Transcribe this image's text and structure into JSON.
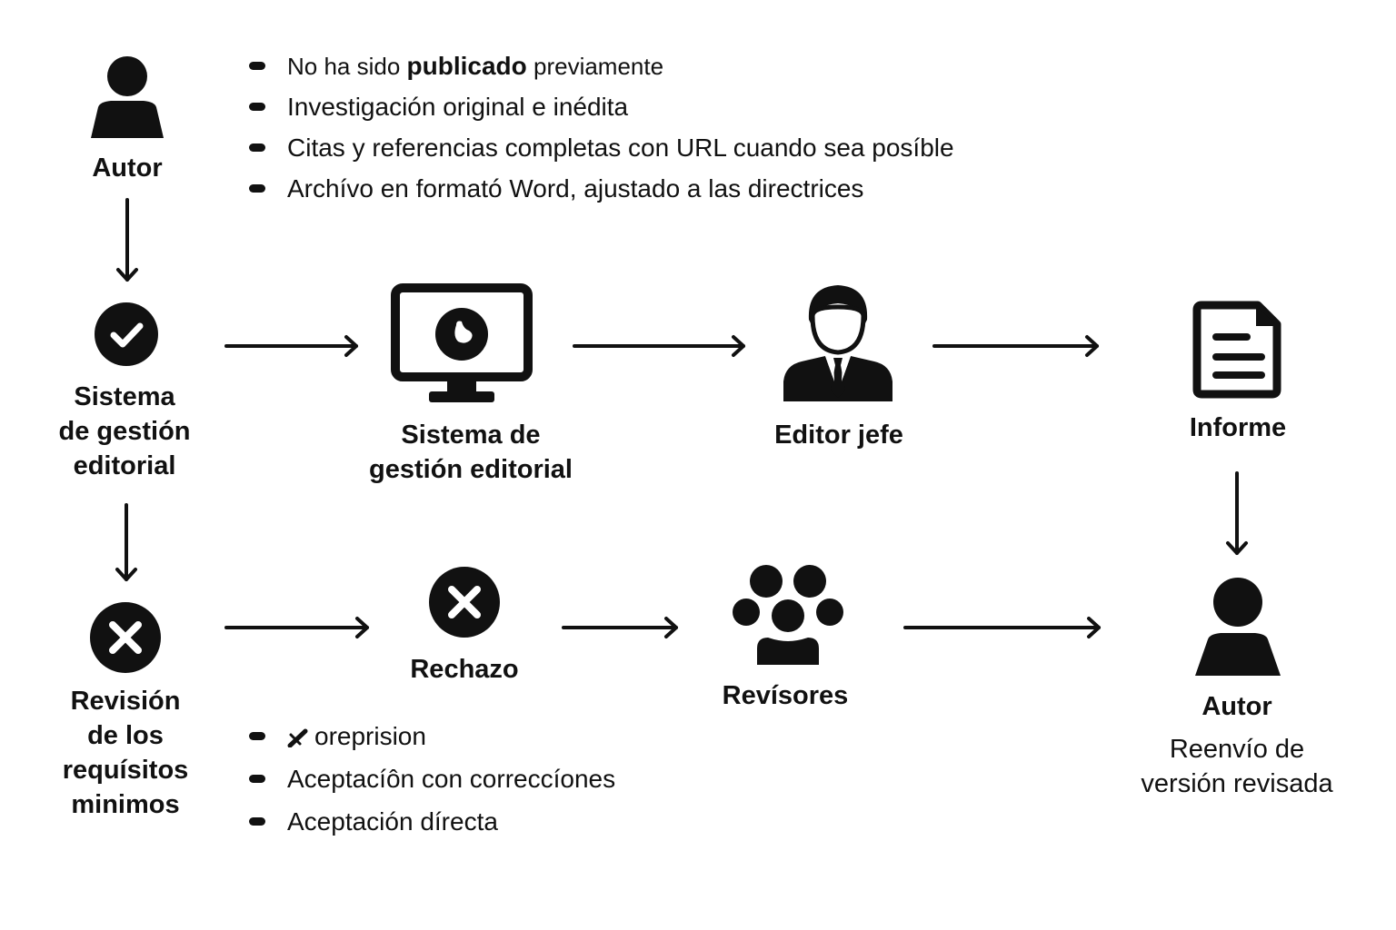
{
  "colors": {
    "ink": "#111111",
    "background": "#ffffff"
  },
  "nodes": {
    "autor_top": {
      "label": "Autor",
      "icon": "person-icon"
    },
    "sistema_check": {
      "label_lines": [
        "Sistema",
        "de gestión",
        "editorial"
      ],
      "icon": "check-circle-icon"
    },
    "sistema_monitor": {
      "label_lines": [
        "Sistema de",
        "gestión editorial"
      ],
      "icon": "monitor-icon"
    },
    "editor_jefe": {
      "label": "Editor jefe",
      "icon": "businessman-icon"
    },
    "informe": {
      "label": "Informe",
      "icon": "document-icon"
    },
    "revision": {
      "label_lines": [
        "Revisión",
        "de los",
        "requísitos",
        "minimos"
      ],
      "icon": "x-circle-icon"
    },
    "rechazo": {
      "label": "Rechazo",
      "icon": "x-circle-icon"
    },
    "revisores": {
      "label": "Revísores",
      "icon": "group-icon"
    },
    "autor_bottom": {
      "label": "Autor",
      "sublabel_lines": [
        "Reenvío de",
        "versión revisada"
      ],
      "icon": "person-icon"
    }
  },
  "requirements": [
    {
      "pre": "No ha sido ",
      "bold": "publicado",
      "post": " previamente"
    },
    {
      "text": "Investigación original e inédita"
    },
    {
      "text": "Citas y referencias completas con URL cuando sea posíble"
    },
    {
      "text": "Archívo en formató Word, ajustado a las directrices"
    }
  ],
  "decisions": [
    {
      "icon": "pen-icon",
      "text": "oreprision"
    },
    {
      "text": "Aceptacíôn con correccíones"
    },
    {
      "text": "Aceptación dírecta"
    }
  ],
  "edges": [
    {
      "from": "autor_top",
      "to": "sistema_check"
    },
    {
      "from": "sistema_check",
      "to": "sistema_monitor"
    },
    {
      "from": "sistema_monitor",
      "to": "editor_jefe"
    },
    {
      "from": "editor_jefe",
      "to": "informe"
    },
    {
      "from": "sistema_check",
      "to": "revision"
    },
    {
      "from": "revision",
      "to": "rechazo"
    },
    {
      "from": "rechazo",
      "to": "revisores"
    },
    {
      "from": "revisores",
      "to": "autor_bottom"
    },
    {
      "from": "informe",
      "to": "autor_bottom"
    }
  ]
}
